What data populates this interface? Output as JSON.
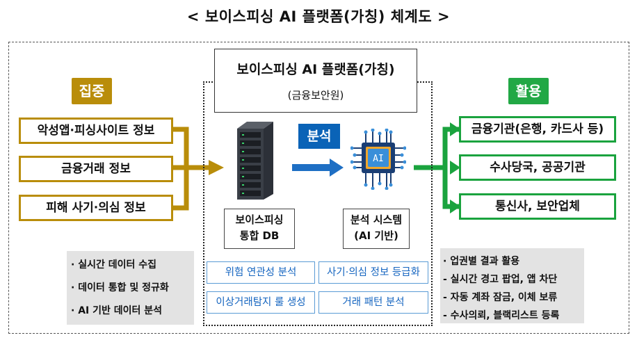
{
  "title": "< 보이스피싱 AI 플랫폼(가칭) 체계도 >",
  "platform": {
    "name": "보이스피싱 AI 플랫폼(가칭)",
    "operator": "(금융보안원)"
  },
  "collect": {
    "label": "집중",
    "sources": [
      "악성앱·피싱사이트 정보",
      "금융거래 정보",
      "피해 사기·의심 정보"
    ],
    "notes": [
      "· 실시간 데이터 수집",
      "· 데이터 통합 및 정규화",
      "· AI 기반 데이터 분석"
    ]
  },
  "analysis": {
    "label": "분석",
    "db_caption": [
      "보이스피싱",
      "통합 DB"
    ],
    "ai_caption": [
      "분석 시스템",
      "(AI 기반)"
    ],
    "ai_chip_text": "AI",
    "functions": [
      "위험 연관성 분석",
      "사기·의심 정보 등급화",
      "이상거래탐지 룰 생성",
      "거래 패턴 분석"
    ]
  },
  "use": {
    "label": "활용",
    "targets": [
      "금융기관(은행, 카드사 등)",
      "수사당국, 공공기관",
      "통신사, 보안업체"
    ],
    "notes": [
      "· 업권별 결과 활용",
      " - 실시간 경고 팝업, 앱 차단",
      " - 자동 계좌 잠금, 이체 보류",
      " - 수사의뢰, 블랙리스트 등록"
    ]
  },
  "colors": {
    "collect": "#b98d0a",
    "use": "#1aa33e",
    "analysis": "#0a63b7",
    "func_border": "#5a9bd5"
  },
  "icons": [
    "server-icon",
    "ai-chip-icon",
    "arrow-right-icon"
  ]
}
